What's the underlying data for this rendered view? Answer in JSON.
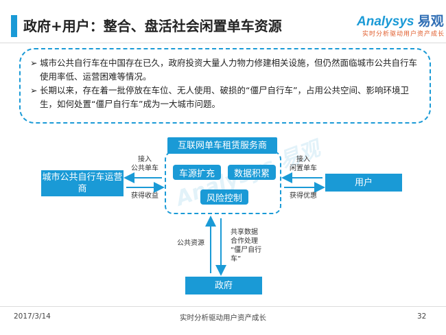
{
  "header": {
    "title": "政府+用户：整合、盘活社会闲置单车资源",
    "logo_text": "nalysys",
    "logo_cn": "易观",
    "logo_tagline": "实时分析驱动用户资产成长"
  },
  "note": {
    "bullets": [
      "城市公共自行车在中国存在已久，政府投资大量人力物力修建相关设施，但仍然面临城市公共自行车使用率低、运营困难等情况。",
      "长期以来，存在着一批停放在车位、无人使用、破损的“僵尸自行车”，占用公共空间、影响环境卫生，如何处置“僵尸自行车”成为一大城市问题。"
    ]
  },
  "diagram": {
    "service_title": "互联网单车租赁服务商",
    "inner": [
      "车源扩充",
      "数据积累",
      "风险控制"
    ],
    "operator": "城市公共自行车运营商",
    "user": "用户",
    "government": "政府",
    "left_top_label": "接入\n公共单车",
    "left_bottom_label": "获得收益",
    "right_top_label": "接入\n闲置单车",
    "right_bottom_label": "获得优惠",
    "gov_left_label": "公共资源",
    "gov_right_label": "共享数据\n合作处理\n“僵尸自行\n车”"
  },
  "footer": {
    "date": "2017/3/14",
    "center": "实时分析驱动用户资产成长",
    "page": "32"
  },
  "colors": {
    "accent": "#1a9ad6"
  }
}
